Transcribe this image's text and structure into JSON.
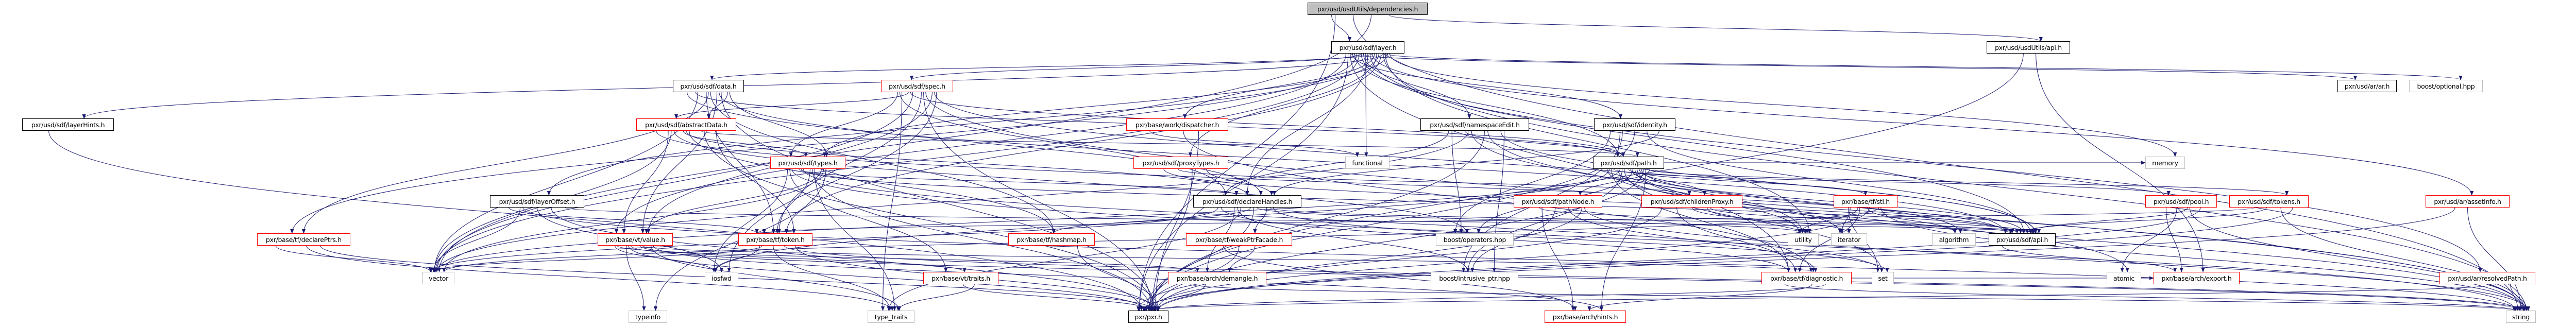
{
  "title": "pxr/usd/usdUtils/dependencies.h",
  "colors": {
    "edge": "#191970",
    "root_fill": "#bfbfbf",
    "missing_border": "#ff0000",
    "external_border": "#bfbfbf"
  },
  "nodes": [
    {
      "label": "pxr/usd/usdUtils/dependencies.h",
      "kind": "root"
    },
    {
      "label": "pxr/usd/sdf/layer.h",
      "kind": "documented"
    },
    {
      "label": "pxr/usd/usdUtils/api.h",
      "kind": "documented"
    },
    {
      "label": "pxr/usd/sdf/layerHints.h",
      "kind": "documented"
    },
    {
      "label": "pxr/usd/sdf/data.h",
      "kind": "documented"
    },
    {
      "label": "pxr/usd/sdf/spec.h",
      "kind": "truncated"
    },
    {
      "label": "pxr/usd/ar/ar.h",
      "kind": "documented"
    },
    {
      "label": "boost/optional.hpp",
      "kind": "external"
    },
    {
      "label": "pxr/usd/sdf/abstractData.h",
      "kind": "truncated"
    },
    {
      "label": "pxr/base/work/dispatcher.h",
      "kind": "truncated"
    },
    {
      "label": "pxr/usd/sdf/namespaceEdit.h",
      "kind": "documented"
    },
    {
      "label": "pxr/usd/sdf/identity.h",
      "kind": "documented"
    },
    {
      "label": "pxr/usd/sdf/types.h",
      "kind": "truncated"
    },
    {
      "label": "pxr/usd/sdf/proxyTypes.h",
      "kind": "truncated"
    },
    {
      "label": "functional",
      "kind": "external"
    },
    {
      "label": "pxr/usd/sdf/path.h",
      "kind": "documented"
    },
    {
      "label": "memory",
      "kind": "external"
    },
    {
      "label": "pxr/usd/sdf/layerOffset.h",
      "kind": "documented"
    },
    {
      "label": "pxr/usd/sdf/declareHandles.h",
      "kind": "documented"
    },
    {
      "label": "pxr/usd/sdf/pathNode.h",
      "kind": "truncated"
    },
    {
      "label": "pxr/usd/sdf/childrenProxy.h",
      "kind": "truncated"
    },
    {
      "label": "pxr/base/tf/stl.h",
      "kind": "truncated"
    },
    {
      "label": "pxr/usd/sdf/pool.h",
      "kind": "truncated"
    },
    {
      "label": "pxr/usd/sdf/tokens.h",
      "kind": "truncated"
    },
    {
      "label": "pxr/usd/ar/assetInfo.h",
      "kind": "truncated"
    },
    {
      "label": "pxr/base/tf/declarePtrs.h",
      "kind": "truncated"
    },
    {
      "label": "pxr/base/vt/value.h",
      "kind": "truncated"
    },
    {
      "label": "pxr/base/tf/token.h",
      "kind": "truncated"
    },
    {
      "label": "pxr/base/tf/hashmap.h",
      "kind": "truncated"
    },
    {
      "label": "pxr/base/tf/weakPtrFacade.h",
      "kind": "truncated"
    },
    {
      "label": "boost/operators.hpp",
      "kind": "external"
    },
    {
      "label": "utility",
      "kind": "external"
    },
    {
      "label": "iterator",
      "kind": "external"
    },
    {
      "label": "algorithm",
      "kind": "external"
    },
    {
      "label": "pxr/usd/sdf/api.h",
      "kind": "documented"
    },
    {
      "label": "vector",
      "kind": "external"
    },
    {
      "label": "iosfwd",
      "kind": "external"
    },
    {
      "label": "pxr/base/vt/traits.h",
      "kind": "truncated"
    },
    {
      "label": "pxr/base/arch/demangle.h",
      "kind": "truncated"
    },
    {
      "label": "boost/intrusive_ptr.hpp",
      "kind": "external"
    },
    {
      "label": "pxr/base/tf/diagnostic.h",
      "kind": "truncated"
    },
    {
      "label": "set",
      "kind": "external"
    },
    {
      "label": "atomic",
      "kind": "external"
    },
    {
      "label": "pxr/base/arch/export.h",
      "kind": "truncated"
    },
    {
      "label": "pxr/usd/ar/resolvedPath.h",
      "kind": "truncated"
    },
    {
      "label": "typeinfo",
      "kind": "external"
    },
    {
      "label": "type_traits",
      "kind": "external"
    },
    {
      "label": "pxr/pxr.h",
      "kind": "documented"
    },
    {
      "label": "pxr/base/arch/hints.h",
      "kind": "truncated"
    },
    {
      "label": "string",
      "kind": "external"
    }
  ],
  "edges": [
    [
      0,
      1
    ],
    [
      0,
      2
    ],
    [
      0,
      35
    ],
    [
      0,
      49
    ],
    [
      0,
      47
    ],
    [
      1,
      3
    ],
    [
      1,
      4
    ],
    [
      1,
      5
    ],
    [
      1,
      6
    ],
    [
      1,
      7
    ],
    [
      1,
      9
    ],
    [
      1,
      10
    ],
    [
      1,
      11
    ],
    [
      1,
      12
    ],
    [
      1,
      13
    ],
    [
      1,
      14
    ],
    [
      1,
      15
    ],
    [
      1,
      16
    ],
    [
      1,
      17
    ],
    [
      1,
      18
    ],
    [
      1,
      25
    ],
    [
      1,
      26
    ],
    [
      1,
      27
    ],
    [
      1,
      34
    ],
    [
      1,
      35
    ],
    [
      1,
      47
    ],
    [
      1,
      49
    ],
    [
      1,
      24
    ],
    [
      1,
      44
    ],
    [
      1,
      40
    ],
    [
      1,
      31
    ],
    [
      2,
      43
    ],
    [
      2,
      47
    ],
    [
      3,
      47
    ],
    [
      4,
      8
    ],
    [
      4,
      26
    ],
    [
      4,
      27
    ],
    [
      4,
      15
    ],
    [
      4,
      12
    ],
    [
      4,
      18
    ],
    [
      4,
      25
    ],
    [
      4,
      35
    ],
    [
      4,
      34
    ],
    [
      4,
      47
    ],
    [
      4,
      28
    ],
    [
      5,
      8
    ],
    [
      5,
      12
    ],
    [
      5,
      26
    ],
    [
      5,
      27
    ],
    [
      5,
      15
    ],
    [
      5,
      18
    ],
    [
      5,
      34
    ],
    [
      5,
      47
    ],
    [
      5,
      35
    ],
    [
      5,
      46
    ],
    [
      5,
      36
    ],
    [
      5,
      49
    ],
    [
      8,
      12
    ],
    [
      8,
      26
    ],
    [
      8,
      27
    ],
    [
      8,
      15
    ],
    [
      8,
      18
    ],
    [
      8,
      35
    ],
    [
      8,
      34
    ],
    [
      8,
      47
    ],
    [
      8,
      28
    ],
    [
      8,
      30
    ],
    [
      9,
      14
    ],
    [
      9,
      47
    ],
    [
      9,
      40
    ],
    [
      10,
      15
    ],
    [
      10,
      18
    ],
    [
      10,
      34
    ],
    [
      10,
      47
    ],
    [
      10,
      35
    ],
    [
      10,
      30
    ],
    [
      10,
      39
    ],
    [
      10,
      49
    ],
    [
      10,
      31
    ],
    [
      11,
      15
    ],
    [
      11,
      18
    ],
    [
      11,
      34
    ],
    [
      11,
      47
    ],
    [
      11,
      39
    ],
    [
      11,
      30
    ],
    [
      12,
      26
    ],
    [
      12,
      27
    ],
    [
      12,
      18
    ],
    [
      12,
      36
    ],
    [
      12,
      35
    ],
    [
      12,
      47
    ],
    [
      12,
      34
    ],
    [
      12,
      37
    ],
    [
      12,
      45
    ],
    [
      12,
      46
    ],
    [
      12,
      41
    ],
    [
      12,
      49
    ],
    [
      13,
      18
    ],
    [
      13,
      47
    ],
    [
      13,
      20
    ],
    [
      13,
      34
    ],
    [
      15,
      19
    ],
    [
      15,
      20
    ],
    [
      15,
      21
    ],
    [
      15,
      31
    ],
    [
      15,
      32
    ],
    [
      15,
      33
    ],
    [
      15,
      34
    ],
    [
      15,
      35
    ],
    [
      15,
      36
    ],
    [
      15,
      47
    ],
    [
      15,
      30
    ],
    [
      15,
      39
    ],
    [
      15,
      40
    ],
    [
      15,
      48
    ],
    [
      15,
      49
    ],
    [
      15,
      41
    ],
    [
      15,
      22
    ],
    [
      15,
      23
    ],
    [
      15,
      42
    ],
    [
      15,
      16
    ],
    [
      17,
      35
    ],
    [
      17,
      34
    ],
    [
      17,
      47
    ],
    [
      17,
      36
    ],
    [
      17,
      49
    ],
    [
      17,
      27
    ],
    [
      18,
      29
    ],
    [
      18,
      28
    ],
    [
      18,
      38
    ],
    [
      18,
      35
    ],
    [
      18,
      34
    ],
    [
      18,
      47
    ],
    [
      18,
      39
    ],
    [
      18,
      40
    ],
    [
      18,
      41
    ],
    [
      18,
      31
    ],
    [
      18,
      46
    ],
    [
      19,
      34
    ],
    [
      19,
      47
    ],
    [
      19,
      40
    ],
    [
      19,
      39
    ],
    [
      19,
      48
    ],
    [
      19,
      49
    ],
    [
      20,
      31
    ],
    [
      20,
      32
    ],
    [
      20,
      40
    ],
    [
      20,
      47
    ],
    [
      20,
      34
    ],
    [
      21,
      33
    ],
    [
      21,
      31
    ],
    [
      21,
      41
    ],
    [
      21,
      35
    ],
    [
      21,
      47
    ],
    [
      21,
      40
    ],
    [
      21,
      32
    ],
    [
      21,
      49
    ],
    [
      22,
      34
    ],
    [
      22,
      42
    ],
    [
      22,
      43
    ],
    [
      22,
      47
    ],
    [
      22,
      49
    ],
    [
      23,
      34
    ],
    [
      23,
      27
    ],
    [
      23,
      47
    ],
    [
      23,
      49
    ],
    [
      24,
      49
    ],
    [
      24,
      47
    ],
    [
      25,
      35
    ],
    [
      25,
      47
    ],
    [
      25,
      46
    ],
    [
      26,
      45
    ],
    [
      26,
      36
    ],
    [
      26,
      46
    ],
    [
      26,
      37
    ],
    [
      26,
      47
    ],
    [
      26,
      38
    ],
    [
      26,
      48
    ],
    [
      26,
      40
    ],
    [
      26,
      49
    ],
    [
      27,
      36
    ],
    [
      27,
      47
    ],
    [
      27,
      49
    ],
    [
      27,
      46
    ],
    [
      27,
      35
    ],
    [
      28,
      47
    ],
    [
      29,
      38
    ],
    [
      29,
      47
    ],
    [
      29,
      48
    ],
    [
      34,
      43
    ],
    [
      37,
      46
    ],
    [
      37,
      47
    ],
    [
      38,
      47
    ],
    [
      38,
      49
    ],
    [
      40,
      47
    ],
    [
      40,
      48
    ],
    [
      40,
      43
    ],
    [
      40,
      49
    ],
    [
      44,
      49
    ],
    [
      44,
      47
    ]
  ]
}
